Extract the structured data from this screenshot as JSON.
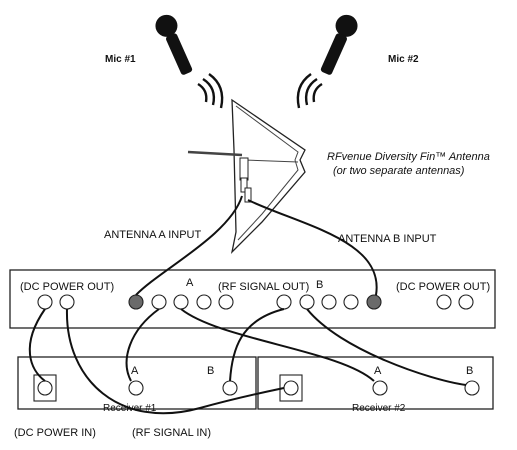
{
  "microphones": [
    {
      "label": "Mic #1"
    },
    {
      "label": "Mic #2"
    }
  ],
  "antenna": {
    "title": "RFvenue Diversity Fin™ Antenna",
    "subtitle": "(or two separate antennas)"
  },
  "inputs": {
    "antenna_a": "ANTENNA A INPUT",
    "antenna_b": "ANTENNA B INPUT"
  },
  "distribution_panel": {
    "dc_power_out_left": "(DC POWER OUT)",
    "rf_signal_out": "(RF SIGNAL OUT)",
    "dc_power_out_right": "(DC POWER OUT)",
    "channel_a": "A",
    "channel_b": "B"
  },
  "receivers": [
    {
      "name": "Receiver #1",
      "input_a": "A",
      "input_b": "B"
    },
    {
      "name": "Receiver #2",
      "input_a": "A",
      "input_b": "B"
    }
  ],
  "footer": {
    "dc_power_in": "(DC POWER IN)",
    "rf_signal_in": "(RF SIGNAL IN)"
  }
}
